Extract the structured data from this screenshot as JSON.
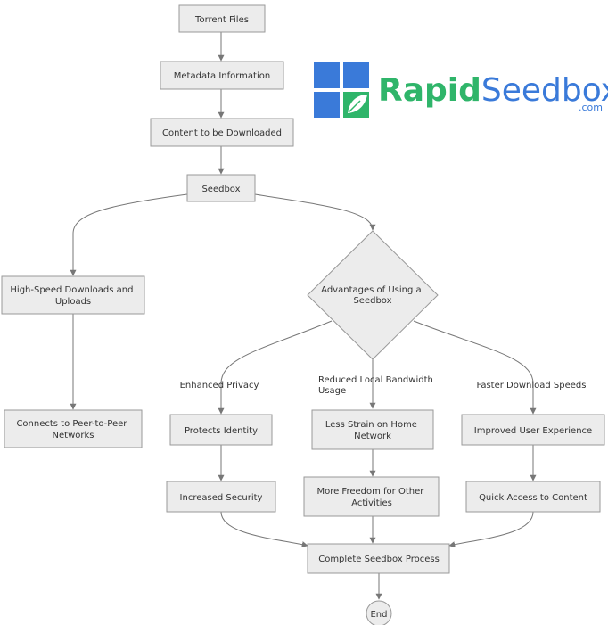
{
  "logo": {
    "name_part1": "Rapid",
    "name_part2": "Seedbox",
    "suffix": ".com"
  },
  "nodes": {
    "torrent": "Torrent Files",
    "metadata": "Metadata Information",
    "content": "Content to be Downloaded",
    "seedbox": "Seedbox",
    "highspeed": [
      "High-Speed Downloads and",
      "Uploads"
    ],
    "p2p": [
      "Connects to Peer-to-Peer",
      "Networks"
    ],
    "advantages": [
      "Advantages of Using a",
      "Seedbox"
    ],
    "protects": "Protects Identity",
    "security": "Increased Security",
    "strain": [
      "Less Strain on Home",
      "Network"
    ],
    "freedom": [
      "More Freedom for Other",
      "Activities"
    ],
    "ux": "Improved User Experience",
    "quick": "Quick Access to Content",
    "complete": "Complete Seedbox Process",
    "end": "End"
  },
  "edge_labels": {
    "privacy": "Enhanced Privacy",
    "bandwidth": [
      "Reduced Local Bandwidth",
      "Usage"
    ],
    "faster": "Faster Download Speeds"
  },
  "colors": {
    "node_fill": "#ececec",
    "node_stroke": "#999999",
    "edge": "#777777",
    "logo_blue": "#3a7ad9",
    "logo_green": "#2fb56a"
  }
}
